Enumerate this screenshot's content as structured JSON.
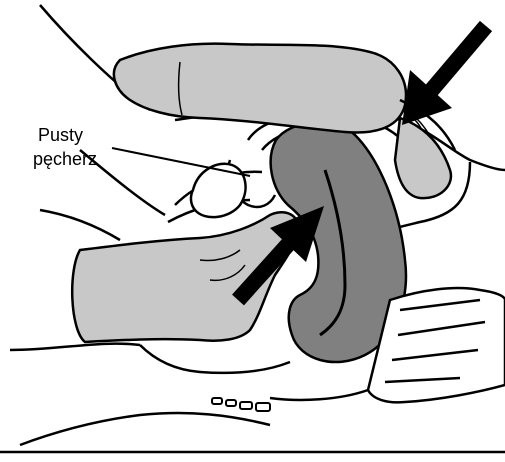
{
  "diagram": {
    "label_line1": "Pusty",
    "label_line2": "pęcherz"
  },
  "colors": {
    "ink": "#000000",
    "glove_fill": "#c8c8c8",
    "uterus_fill": "#808080",
    "background": "#ffffff"
  },
  "elements": {
    "left_hand": "gloved-hand-in-vagina",
    "top_hand": "gloved-hand-on-abdomen",
    "uterus": "uterus",
    "bladder": "empty-bladder",
    "spine": "sacrum-and-coccyx",
    "arrow_top": "pressure-arrow-abdominal",
    "arrow_center": "pressure-arrow-vaginal"
  }
}
